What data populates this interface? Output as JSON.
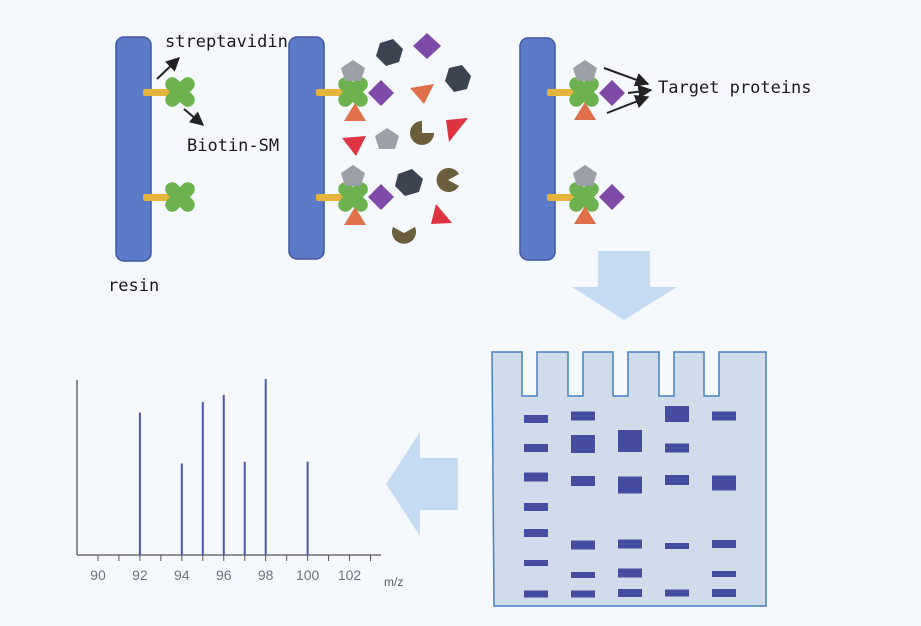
{
  "labels": {
    "streptavidin": "streptavidin",
    "biotin_sm": "Biotin-SM",
    "target_proteins": "Target proteins",
    "resin": "resin"
  },
  "colors": {
    "resin": "#5b7bc9",
    "resin_stroke": "#3f57a3",
    "linker": "#e6b43c",
    "streptavidin": "#6cb34f",
    "pentagon": "#9b9fa6",
    "diamond": "#7d4aa8",
    "triangle": "#e0704a",
    "red_triangle": "#de3340",
    "hexagon": "#3b4450",
    "pacman": "#6b5e3c",
    "flow_arrow": "#c6dbf1",
    "gel": "#d0dcea",
    "gel_stroke": "#4a7fc0",
    "band": "#464da0",
    "spectrum_line": "#4a57b8",
    "axis": "#555555"
  },
  "chart_data": {
    "type": "bar",
    "x": [
      92,
      94,
      95,
      96,
      97,
      98,
      100
    ],
    "values": [
      0.81,
      0.52,
      0.87,
      0.91,
      0.53,
      1.0,
      0.53
    ],
    "xlim": [
      89,
      103.5
    ],
    "ylim": [
      0,
      1
    ],
    "xticks": [
      90,
      91,
      92,
      93,
      94,
      95,
      96,
      97,
      98,
      99,
      100,
      101,
      102,
      103
    ],
    "xtick_labels": [
      {
        "x": 90,
        "label": "90"
      },
      {
        "x": 92,
        "label": "92"
      },
      {
        "x": 94,
        "label": "94"
      },
      {
        "x": 96,
        "label": "96"
      },
      {
        "x": 98,
        "label": "98"
      },
      {
        "x": 100,
        "label": "100"
      },
      {
        "x": 102,
        "label": "102"
      }
    ],
    "xlabel": "m/z",
    "ylabel": "",
    "title": ""
  }
}
